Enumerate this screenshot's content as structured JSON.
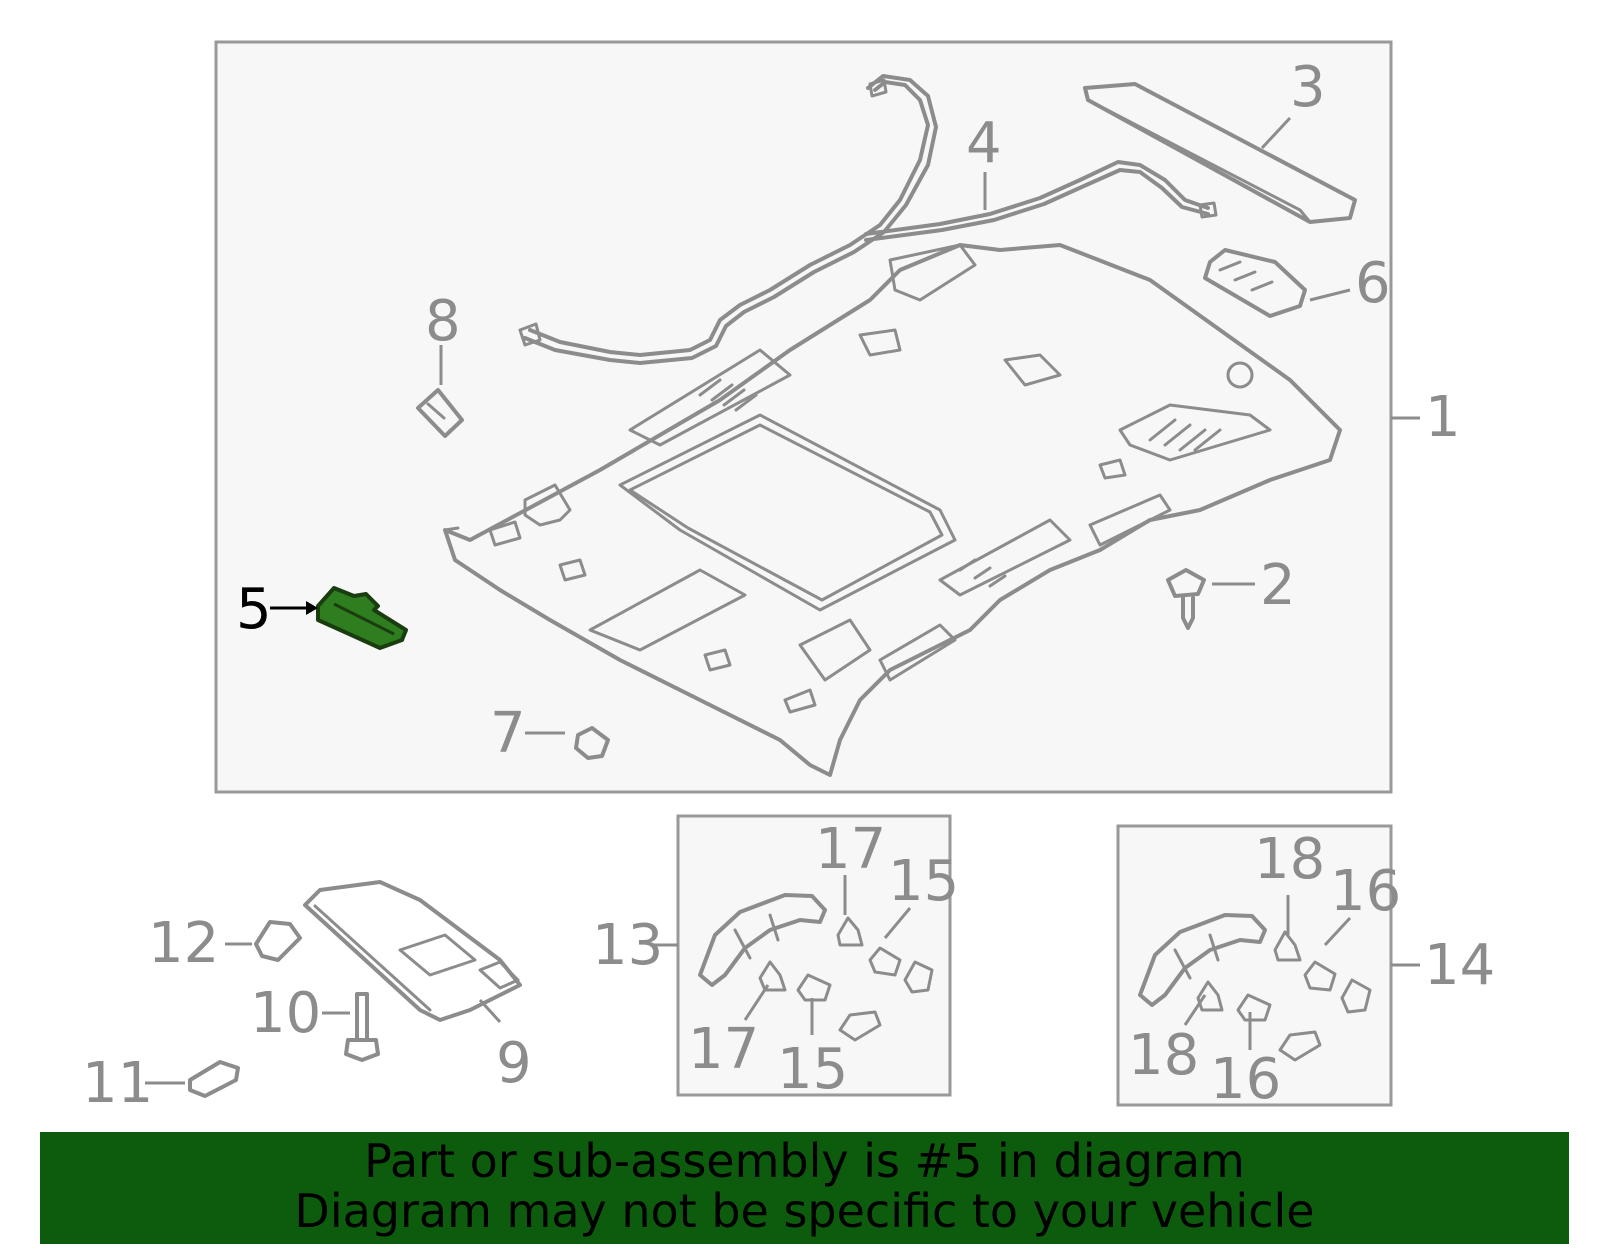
{
  "callouts": {
    "c1": "1",
    "c2": "2",
    "c3": "3",
    "c4": "4",
    "c5": "5",
    "c6": "6",
    "c7": "7",
    "c8": "8",
    "c9": "9",
    "c10": "10",
    "c11": "11",
    "c12": "12",
    "c13": "13",
    "c14": "14",
    "c15a": "15",
    "c15b": "15",
    "c16a": "16",
    "c16b": "16",
    "c17a": "17",
    "c17b": "17",
    "c18a": "18",
    "c18b": "18"
  },
  "highlight": {
    "part_number": "5",
    "color": "#2e7d1e"
  },
  "banner": {
    "line1": "Part or sub-assembly is #5 in diagram",
    "line2": "Diagram may not be specific to your vehicle",
    "background": "#0d5c0d"
  }
}
